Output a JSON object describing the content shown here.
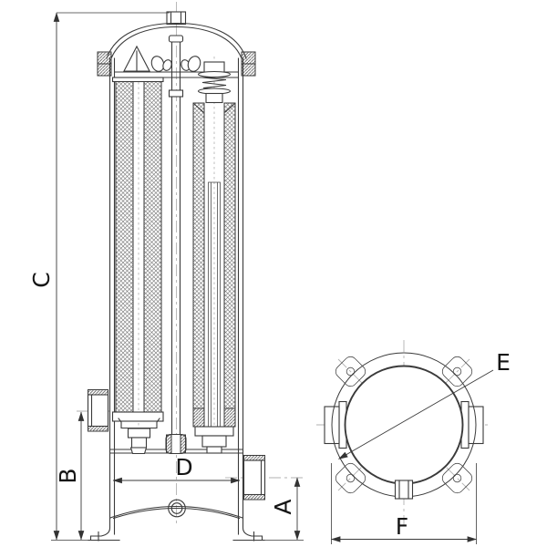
{
  "labels": {
    "dim_a": "A",
    "dim_b": "B",
    "dim_c": "C",
    "dim_d": "D",
    "dim_e": "E",
    "dim_f": "F"
  }
}
